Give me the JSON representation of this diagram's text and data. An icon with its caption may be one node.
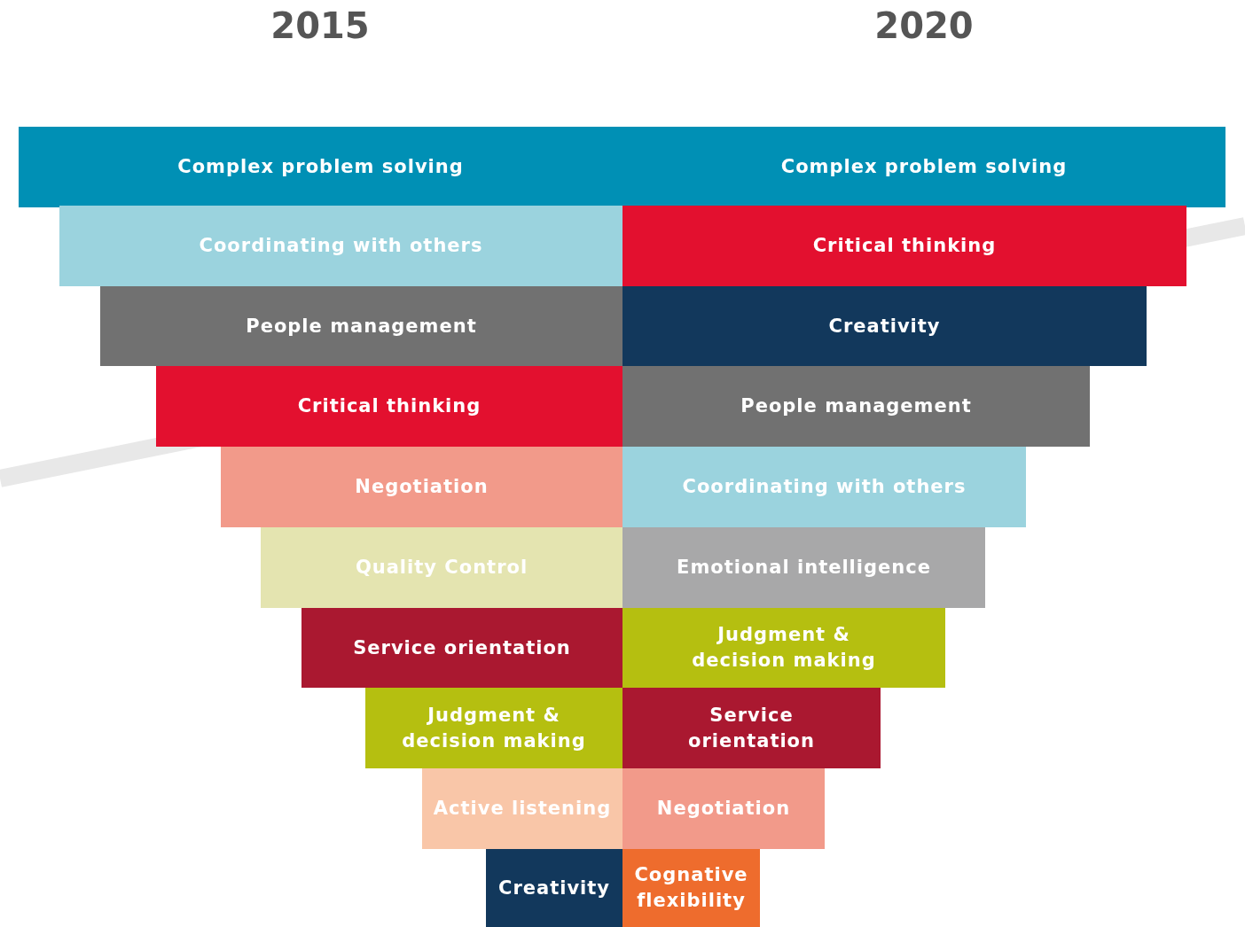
{
  "diagram": {
    "nodes": [
      {
        "text": [
          "Complex problem solving"
        ]
      },
      {
        "text": [
          "Complex problem solving"
        ]
      },
      {
        "text": [
          "Coordinating with others"
        ]
      },
      {
        "text": [
          "Critical thinking"
        ]
      },
      {
        "text": [
          "People management"
        ]
      },
      {
        "text": [
          "Creativity"
        ]
      },
      {
        "text": [
          "Critical thinking"
        ]
      },
      {
        "text": [
          "People management"
        ]
      },
      {
        "text": [
          "Negotiation"
        ]
      },
      {
        "text": [
          "Coordinating with others"
        ]
      },
      {
        "text": [
          "Quality Control"
        ]
      },
      {
        "text": [
          "Emotional intelligence"
        ]
      },
      {
        "text": [
          "Service orientation"
        ]
      },
      {
        "text": [
          "Judgment & decision making"
        ]
      },
      {
        "text": [
          "Judgment & decision making"
        ]
      },
      {
        "text": [
          "Service orientation"
        ]
      },
      {
        "text": [
          "Active listening"
        ]
      },
      {
        "text": [
          "Negotiation"
        ]
      },
      {
        "text": [
          "Creativity"
        ]
      },
      {
        "text": [
          "Cognative flexibility"
        ]
      }
    ],
    "edges": [],
    "labels": [
      "2015",
      "2020"
    ]
  }
}
